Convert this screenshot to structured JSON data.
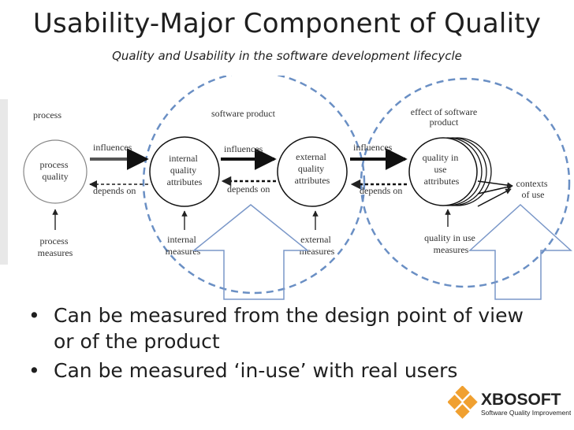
{
  "slide": {
    "title": "Usability-Major Component of Quality",
    "subtitle": "Quality and Usability in the software development lifecycle"
  },
  "diagram": {
    "section_labels": {
      "process": "process",
      "software_product": "software product",
      "effect_line1": "effect of software",
      "effect_line2": "product"
    },
    "nodes": {
      "process_quality": [
        "process",
        "quality"
      ],
      "internal_quality": [
        "internal",
        "quality",
        "attributes"
      ],
      "external_quality": [
        "external",
        "quality",
        "attributes"
      ],
      "quality_in_use": [
        "quality in",
        "use",
        "attributes"
      ],
      "contexts_of_use": [
        "contexts",
        "of use"
      ]
    },
    "arrows": {
      "influences": "influences",
      "depends_on": "depends on"
    },
    "measures": {
      "process_measures": [
        "process",
        "measures"
      ],
      "internal_measures": [
        "internal",
        "measures"
      ],
      "external_measures": [
        "external",
        "measures"
      ],
      "quality_in_use_measures": [
        "quality in use",
        "measures"
      ]
    }
  },
  "bullets": [
    "Can be measured from the design point of view or of the product",
    "Can be measured ‘in-use’ with real users"
  ],
  "bullet_symbol": "•",
  "logo": {
    "name": "XBOSOFT",
    "tagline": "Software Quality Improvement"
  },
  "colors": {
    "dashed_circle": "#6a8fc4",
    "up_arrow_outline": "#7a97c8",
    "logo_orange": "#f0a030",
    "text": "#1f1f1f"
  }
}
